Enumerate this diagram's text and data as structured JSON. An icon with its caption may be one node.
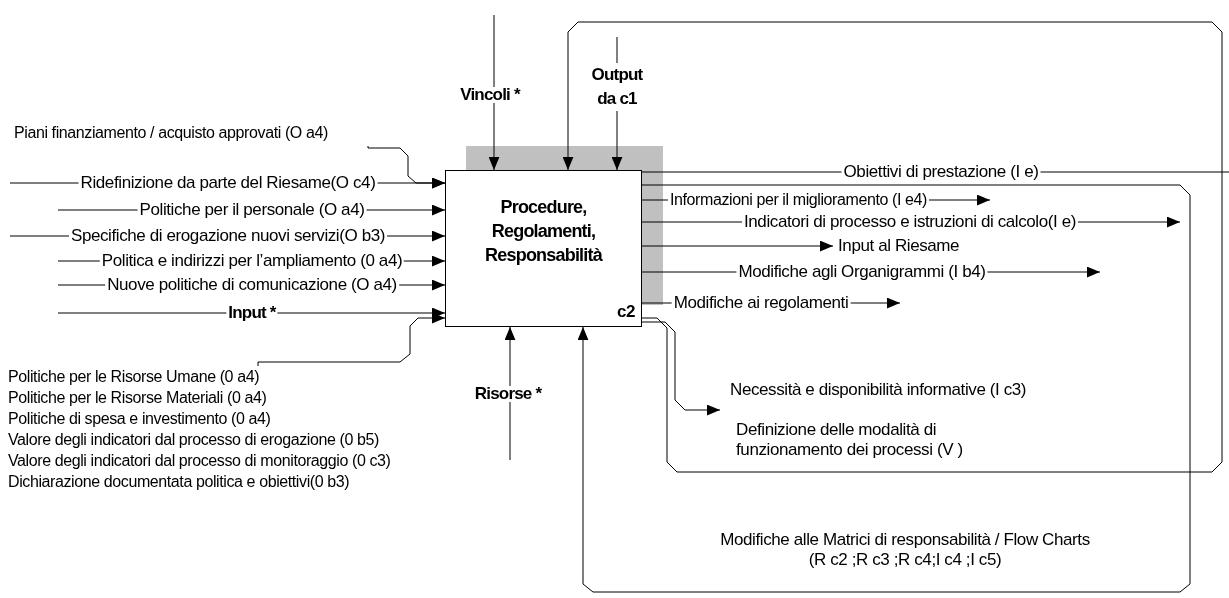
{
  "diagram": {
    "nodes": [
      {
        "text": [
          "Procedure, Regolamenti, Responsabilità",
          "c2"
        ]
      },
      {
        "text": [
          "Piani finanziamento / acquisto approvati (O a4)"
        ]
      },
      {
        "text": [
          "Politiche per le Risorse Umane (0 a4)",
          "Politiche per le Risorse Materiali (0 a4)",
          "Politiche di spesa e investimento (0 a4)",
          "Valore degli indicatori dal processo di erogazione (0 b5)",
          "Valore degli indicatori dal processo di monitoraggio (0 c3)",
          "Dichiarazione documentata politica e obiettivi(0 b3)"
        ]
      }
    ],
    "edges": [
      {
        "from": null,
        "to": 0,
        "arrow": "to",
        "label": "Ridefinizione da parte del Riesame(O c4)"
      },
      {
        "from": 1,
        "to": 0,
        "arrow": "to"
      },
      {
        "from": null,
        "to": 0,
        "arrow": "to",
        "label": "Politiche per il personale (O a4)"
      },
      {
        "from": null,
        "to": 0,
        "arrow": "to",
        "label": "Specifiche di erogazione nuovi servizi(O b3)"
      },
      {
        "from": null,
        "to": 0,
        "arrow": "to",
        "label": "Politica e indirizzi per l’ampliamento (0 a4)"
      },
      {
        "from": null,
        "to": 0,
        "arrow": "to",
        "label": "Nuove politiche di comunicazione (O a4)"
      },
      {
        "from": null,
        "to": 0,
        "arrow": "to",
        "label": "Input *"
      },
      {
        "from": 2,
        "to": 0,
        "arrow": "to"
      },
      {
        "from": null,
        "to": 0,
        "arrow": "to",
        "label": "Vincoli *"
      },
      {
        "from": null,
        "to": 0,
        "arrow": "to",
        "label": "Output da c1"
      },
      {
        "from": 0,
        "to": 0,
        "arrow": "to",
        "label": "Definizione delle modalità di funzionamento dei processi (V )"
      },
      {
        "from": null,
        "to": 0,
        "arrow": "to",
        "label": "Risorse *"
      },
      {
        "from": 0,
        "to": 0,
        "arrow": "to",
        "label": "Modifiche alle Matrici di responsabilità / Flow Charts (R c2 ;R c3 ;R c4;I c4 ;I c5)"
      },
      {
        "from": 0,
        "to": null,
        "arrow": "none",
        "label": "Obiettivi di prestazione (I e)"
      },
      {
        "from": 0,
        "to": null,
        "arrow": "to",
        "label": "Informazioni per il miglioramento (I e4)"
      },
      {
        "from": 0,
        "to": null,
        "arrow": "to",
        "label": "Indicatori di processo e istruzioni di calcolo(I e)"
      },
      {
        "from": 0,
        "to": null,
        "arrow": "to",
        "label": "Input al Riesame"
      },
      {
        "from": 0,
        "to": null,
        "arrow": "to",
        "label": "Modifiche agli Organigrammi (I b4)"
      },
      {
        "from": 0,
        "to": null,
        "arrow": "to",
        "label": "Modifiche ai regolamenti"
      },
      {
        "from": 0,
        "to": null,
        "arrow": "to",
        "label": "Necessità e disponibilità informative (I c3)"
      }
    ]
  }
}
